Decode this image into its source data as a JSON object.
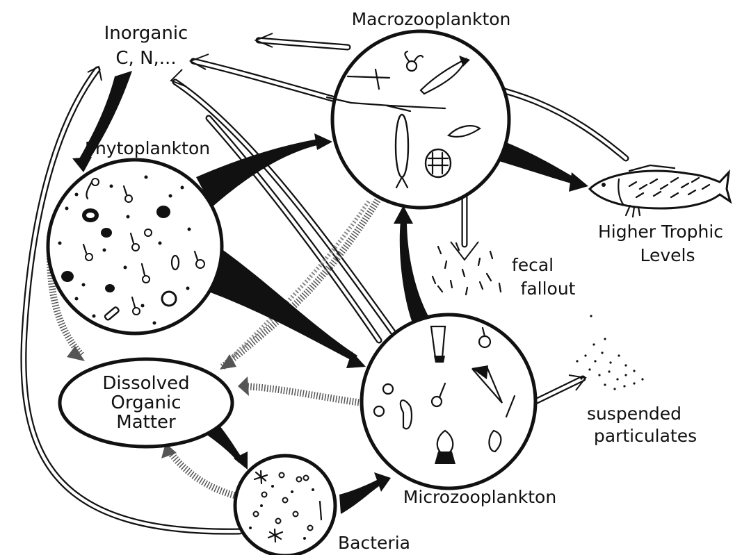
{
  "colors": {
    "ink": "#111111",
    "paper": "#ffffff",
    "stipple": "#555555"
  },
  "nodes": {
    "inorganic": [
      "Inorganic",
      "C, N,..."
    ],
    "macrozooplankton": "Macrozooplankton",
    "phytoplankton": "Phytoplankton",
    "higher_trophic": [
      "Higher Trophic",
      "Levels"
    ],
    "fecal": [
      "fecal",
      "fallout"
    ],
    "dom": [
      "Dissolved",
      "Organic",
      "Matter"
    ],
    "suspended": [
      "suspended",
      "particulates"
    ],
    "microzooplankton": "Microzooplankton",
    "bacteria": "Bacteria"
  },
  "icons": [
    "fish-icon",
    "copepod-icon",
    "ciliate-icon",
    "diatom-icon",
    "bacteria-cell-icon"
  ]
}
